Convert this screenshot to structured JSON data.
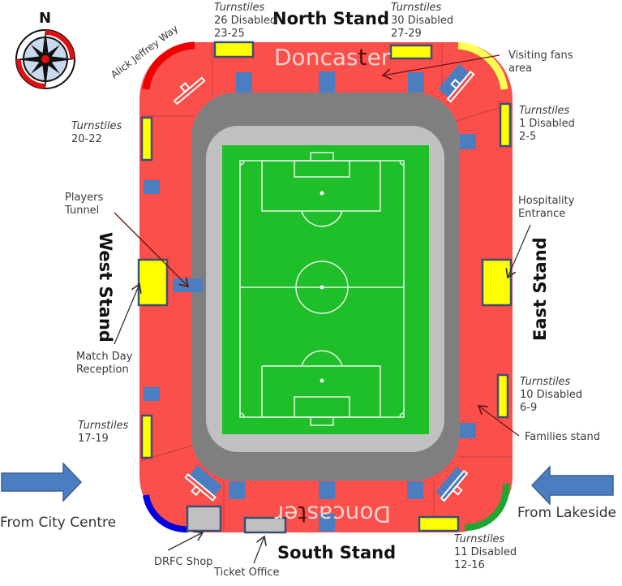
{
  "compass": {
    "north_label": "N",
    "icon": "compass-rose-icon"
  },
  "road": {
    "name": "Alick Jeffrey Way"
  },
  "stands": {
    "north": "North Stand",
    "south": "South Stand",
    "east": "East Stand",
    "west": "West Stand"
  },
  "branding": {
    "north": {
      "prefix": "Doncas",
      "highlight": "t",
      "suffix": "er"
    },
    "south": {
      "prefix": "Doncas",
      "highlight": "t",
      "suffix": "er"
    }
  },
  "turnstiles": [
    {
      "id": "t-north-left",
      "title": "Turnstiles",
      "lines": [
        "26 Disabled",
        "23-25"
      ]
    },
    {
      "id": "t-north-right",
      "title": "Turnstiles",
      "lines": [
        "30 Disabled",
        "27-29"
      ]
    },
    {
      "id": "t-east-top",
      "title": "Turnstiles",
      "lines": [
        "1 Disabled",
        "2-5"
      ]
    },
    {
      "id": "t-east-bottom",
      "title": "Turnstiles",
      "lines": [
        "10 Disabled",
        "6-9"
      ]
    },
    {
      "id": "t-south-right",
      "title": "Turnstiles",
      "lines": [
        "11 Disabled",
        "12-16"
      ]
    },
    {
      "id": "t-west-top",
      "title": "Turnstiles",
      "lines": [
        "20-22"
      ]
    },
    {
      "id": "t-west-bottom",
      "title": "Turnstiles",
      "lines": [
        "17-19"
      ]
    }
  ],
  "annotations": {
    "visiting_fans": [
      "Visiting fans",
      "area"
    ],
    "hospitality": [
      "Hospitality",
      "Entrance"
    ],
    "families": [
      "Families stand"
    ],
    "players_tunnel": [
      "Players",
      "Tunnel"
    ],
    "match_day": [
      "Match Day",
      "Reception"
    ],
    "drfc_shop": [
      "DRFC Shop"
    ],
    "ticket_office": [
      "Ticket Office"
    ]
  },
  "directions": {
    "west": {
      "label": "From City Centre",
      "icon": "arrow-right-icon"
    },
    "east": {
      "label": "From Lakeside",
      "icon": "arrow-left-icon"
    }
  },
  "colors": {
    "stand_red": "#fa4f4a",
    "concourse_gray": "#7f7f7f",
    "track_gray": "#c0c0c0",
    "pitch_green": "#1fbf2a",
    "entrance_yellow": "#ffff00",
    "steward_blue": "#4a7ec0",
    "arrow_blue": "#4a7ec0",
    "corner_red": "#ee0000",
    "corner_yellow": "#ffff55",
    "corner_blue": "#0000e0",
    "corner_green": "#1aa832"
  }
}
